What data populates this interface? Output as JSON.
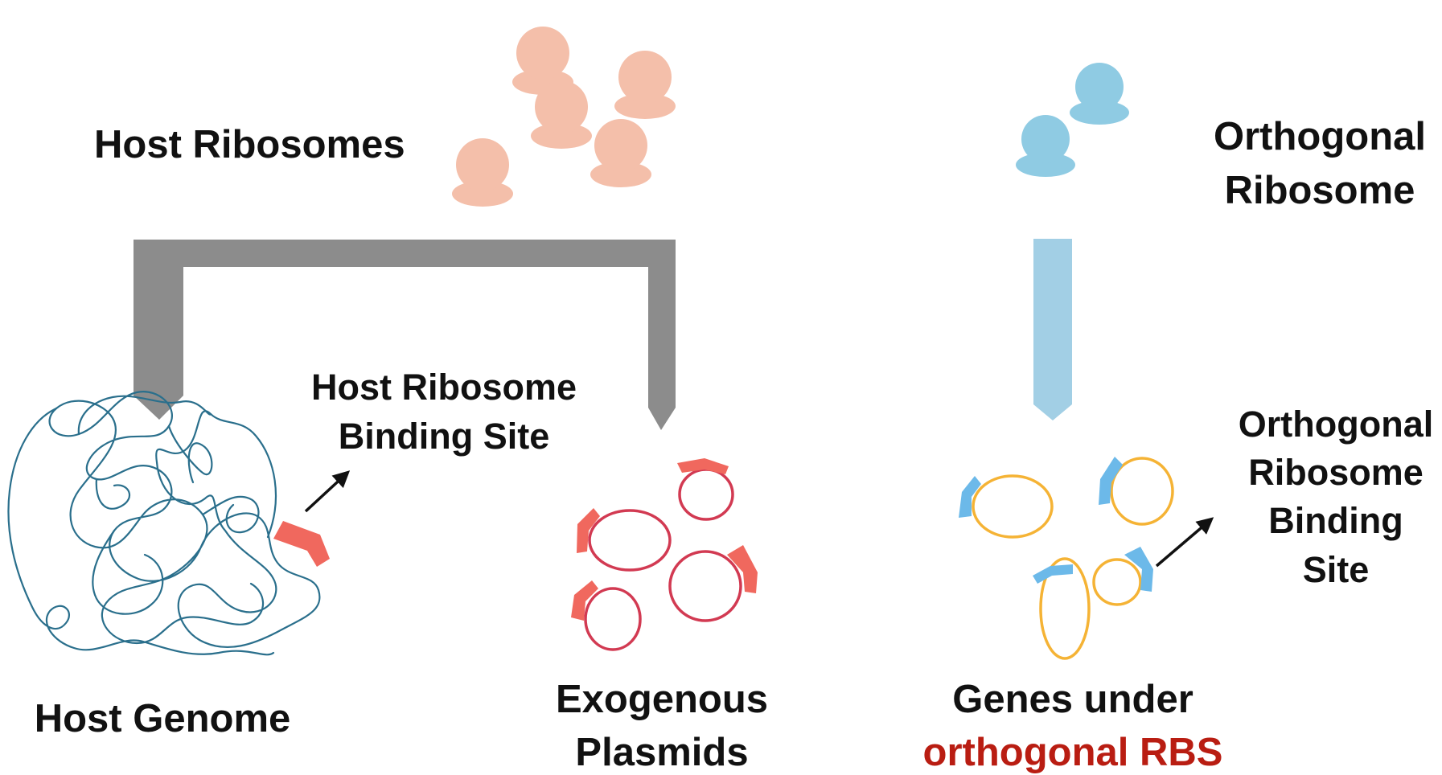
{
  "labels": {
    "host_ribosomes": "Host Ribosomes",
    "orthogonal_ribosome_line1": "Orthogonal",
    "orthogonal_ribosome_line2": "Ribosome",
    "host_rbs_line1": "Host Ribosome",
    "host_rbs_line2": "Binding Site",
    "host_genome": "Host Genome",
    "exogenous_line1": "Exogenous",
    "exogenous_line2": "Plasmids",
    "genes_line1": "Genes under",
    "genes_line2": "orthogonal RBS",
    "ortho_rbs_line1": "Orthogonal",
    "ortho_rbs_line2": "Ribosome",
    "ortho_rbs_line3": "Binding",
    "ortho_rbs_line4": "Site"
  },
  "colors": {
    "host_ribosome": "#f4bfaa",
    "orthogonal_ribosome": "#8fcbe3",
    "gray_bracket": "#8c8c8c",
    "blue_connector": "#a2cfe5",
    "genome_strand": "#2a6f8c",
    "host_rbs_marker": "#f0685e",
    "plasmid_ring": "#d23a52",
    "orthogonal_gene_ring": "#f5b335",
    "orthogonal_rbs_marker": "#6cb9e9",
    "highlight_text": "#b91d12"
  }
}
